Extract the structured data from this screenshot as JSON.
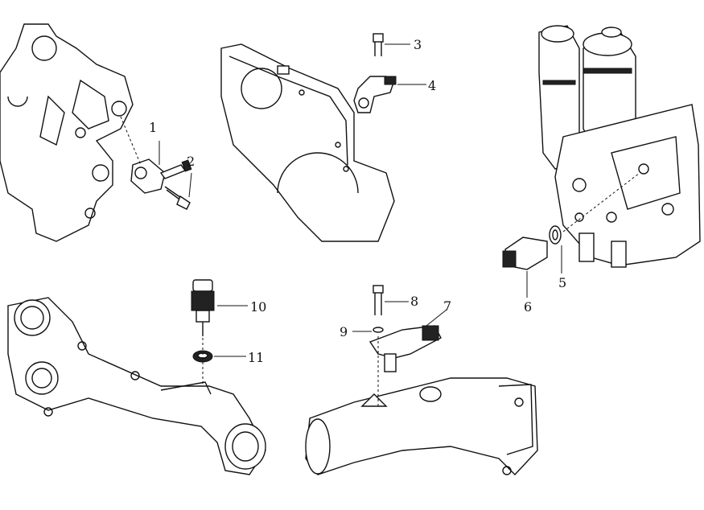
{
  "callouts": [
    {
      "number": "1",
      "part": "sensor-bracket"
    },
    {
      "number": "2",
      "part": "bolt"
    },
    {
      "number": "3",
      "part": "bolt"
    },
    {
      "number": "4",
      "part": "speed-sensor"
    },
    {
      "number": "5",
      "part": "sealing-ring"
    },
    {
      "number": "6",
      "part": "oil-pressure-sensor"
    },
    {
      "number": "7",
      "part": "pressure-sensor"
    },
    {
      "number": "8",
      "part": "bolt"
    },
    {
      "number": "9",
      "part": "washer"
    },
    {
      "number": "10",
      "part": "temperature-sensor"
    },
    {
      "number": "11",
      "part": "sealing-ring"
    }
  ]
}
